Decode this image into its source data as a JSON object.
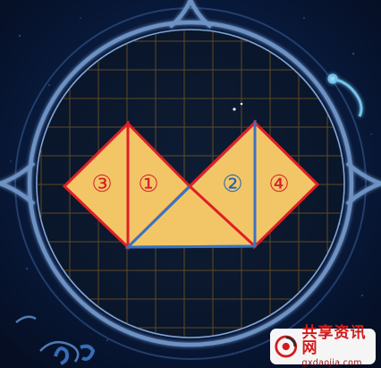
{
  "puzzle": {
    "pieces": [
      {
        "id": "piece-3",
        "label": "③",
        "label_color": "#d8202a"
      },
      {
        "id": "piece-1",
        "label": "①",
        "label_color": "#d8202a"
      },
      {
        "id": "piece-2",
        "label": "②",
        "label_color": "#2a62a8"
      },
      {
        "id": "piece-4",
        "label": "④",
        "label_color": "#d8202a"
      }
    ]
  },
  "colors": {
    "background": "#061228",
    "frame": "#6d92c4",
    "grid": "#a3741e",
    "piece_fill": "#f2c667",
    "red_outline": "#e11e26",
    "blue_outline": "#3a74c0"
  },
  "watermark": {
    "title": "共享资讯网",
    "url": "gxdaojia.com"
  }
}
